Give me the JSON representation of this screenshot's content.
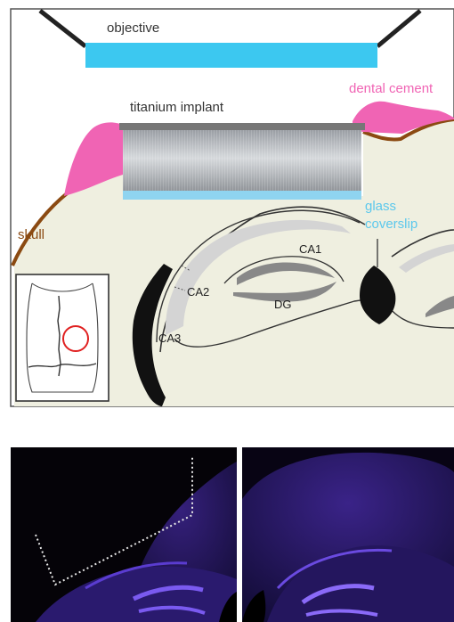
{
  "diagram": {
    "labels": {
      "objective": "objective",
      "titanium_implant": "titanium implant",
      "dental_cement": "dental cement",
      "skull": "skull",
      "glass_line1": "glass",
      "glass_line2": "coverslip",
      "ca1": "CA1",
      "ca2": "CA2",
      "ca3": "CA3",
      "dg": "DG"
    },
    "colors": {
      "objective": "#3cc8f0",
      "dental_cement": "#f064b4",
      "skull": "#8b4a12",
      "brain": "#efefe0",
      "hippocampus_fill": "#d4d4d4",
      "dentate": "#888888",
      "ventricle": "#111111",
      "coverslip": "#8fd4f0",
      "coverslip_text": "#5cc8ec",
      "crater": "#e02020"
    }
  },
  "micrographs": {
    "stain_color": "#5a3cd0",
    "count": 2
  }
}
